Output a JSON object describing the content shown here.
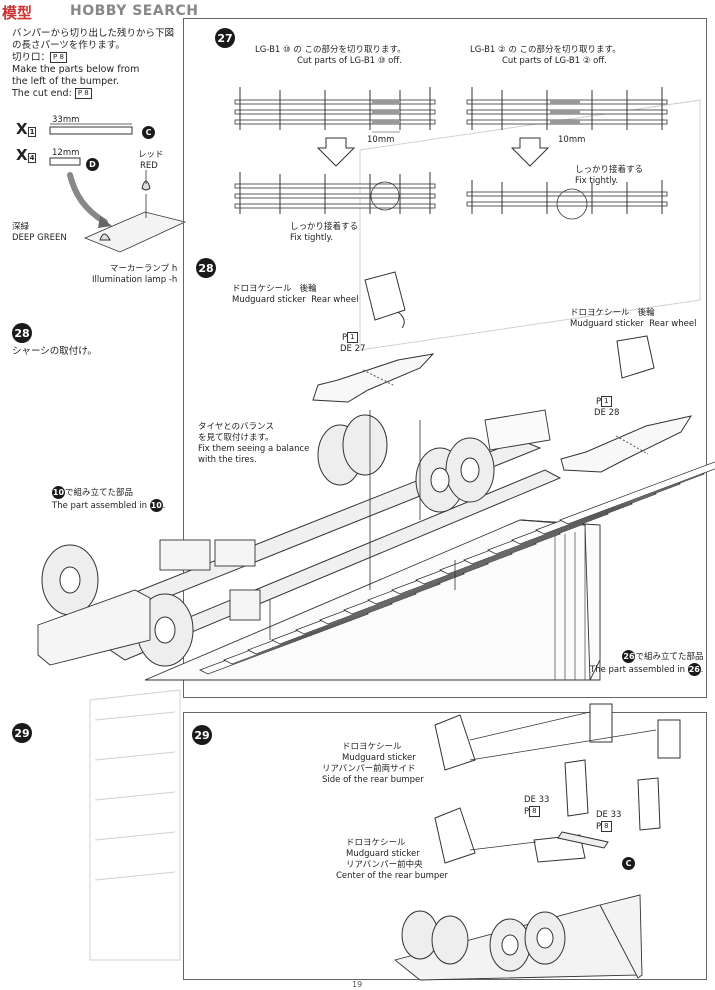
{
  "watermark": {
    "logo_text": "模型",
    "site": "HOBBY SEARCH"
  },
  "left_panel": {
    "jp_line1": "バンパーから切り出した残りから下図",
    "jp_line2": "の長さパーツを作ります。",
    "jp_cut": "切り口：",
    "en_line1": "Make the parts below from",
    "en_line2": " the left of the bumper.",
    "en_cut": "The cut end:",
    "p_ref": "8",
    "dim1": "33mm",
    "dim2": "12mm",
    "label_c": "C",
    "label_d": "D",
    "x1": "1",
    "x2": "4",
    "red_jp": "レッド",
    "red_en": "RED",
    "green_jp": "深緑",
    "green_en": "DEEP GREEN",
    "lamp_jp": "マーカーランプ h",
    "lamp_en": "Illumination lamp -h"
  },
  "step28_left": {
    "num": "28",
    "title": "シャーシの取付け。"
  },
  "step29_left": {
    "num": "29"
  },
  "step27": {
    "num": "27",
    "a_jp": "LG-B1 ⑩ の      この部分を切り取ります。",
    "a_en": "Cut       parts of LG-B1 ⑩ off.",
    "b_jp": "LG-B1 ② の      この部分を切り取ります。",
    "b_en": "Cut       parts of LG-B1 ② off.",
    "dim_a": "10mm",
    "dim_b": "10mm",
    "fix_a_jp": "しっかり接着する",
    "fix_a_en": "Fix tightly.",
    "fix_b_jp": "しっかり接着する",
    "fix_b_en": "Fix tightly."
  },
  "step28": {
    "num": "28",
    "mud1_jp": "ドロヨケシール",
    "mud1_en": "Mudguard sticker",
    "rear1_jp": "後輪",
    "rear1_en": "Rear wheel",
    "p1": "1",
    "de1": "DE 27",
    "mud2_jp": "ドロヨケシール",
    "mud2_en": "Mudguard sticker",
    "rear2_jp": "後輪",
    "rear2_en": "Rear wheel",
    "p2": "1",
    "de2": "DE 28",
    "balance_jp1": "タイヤとのバランス",
    "balance_jp2": "を見て取付けます。",
    "balance_en1": "Fix them seeing a balance",
    "balance_en2": "with the tires.",
    "assem10_jp": "で組み立てた部品",
    "assem10_en": "The part assembled in",
    "assem10_ref": "10",
    "assem26_jp": "で組み立てた部品",
    "assem26_en": "The part assembled in",
    "assem26_ref": "26"
  },
  "step29": {
    "num": "29",
    "side_jp": "ドロヨケシール",
    "side_en": "Mudguard sticker",
    "side_jp2": "リアバンパー前両サイド",
    "side_en2": "Side of the rear bumper",
    "center_jp": "ドロヨケシール",
    "center_en": "Mudguard sticker",
    "center_jp2": "リアバンパー前中央",
    "center_en2": "Center of the rear bumper",
    "de_a": "DE 33",
    "de_b": "DE 33",
    "p_a": "8",
    "p_b": "8",
    "label_c": "C"
  },
  "page_number": "19"
}
